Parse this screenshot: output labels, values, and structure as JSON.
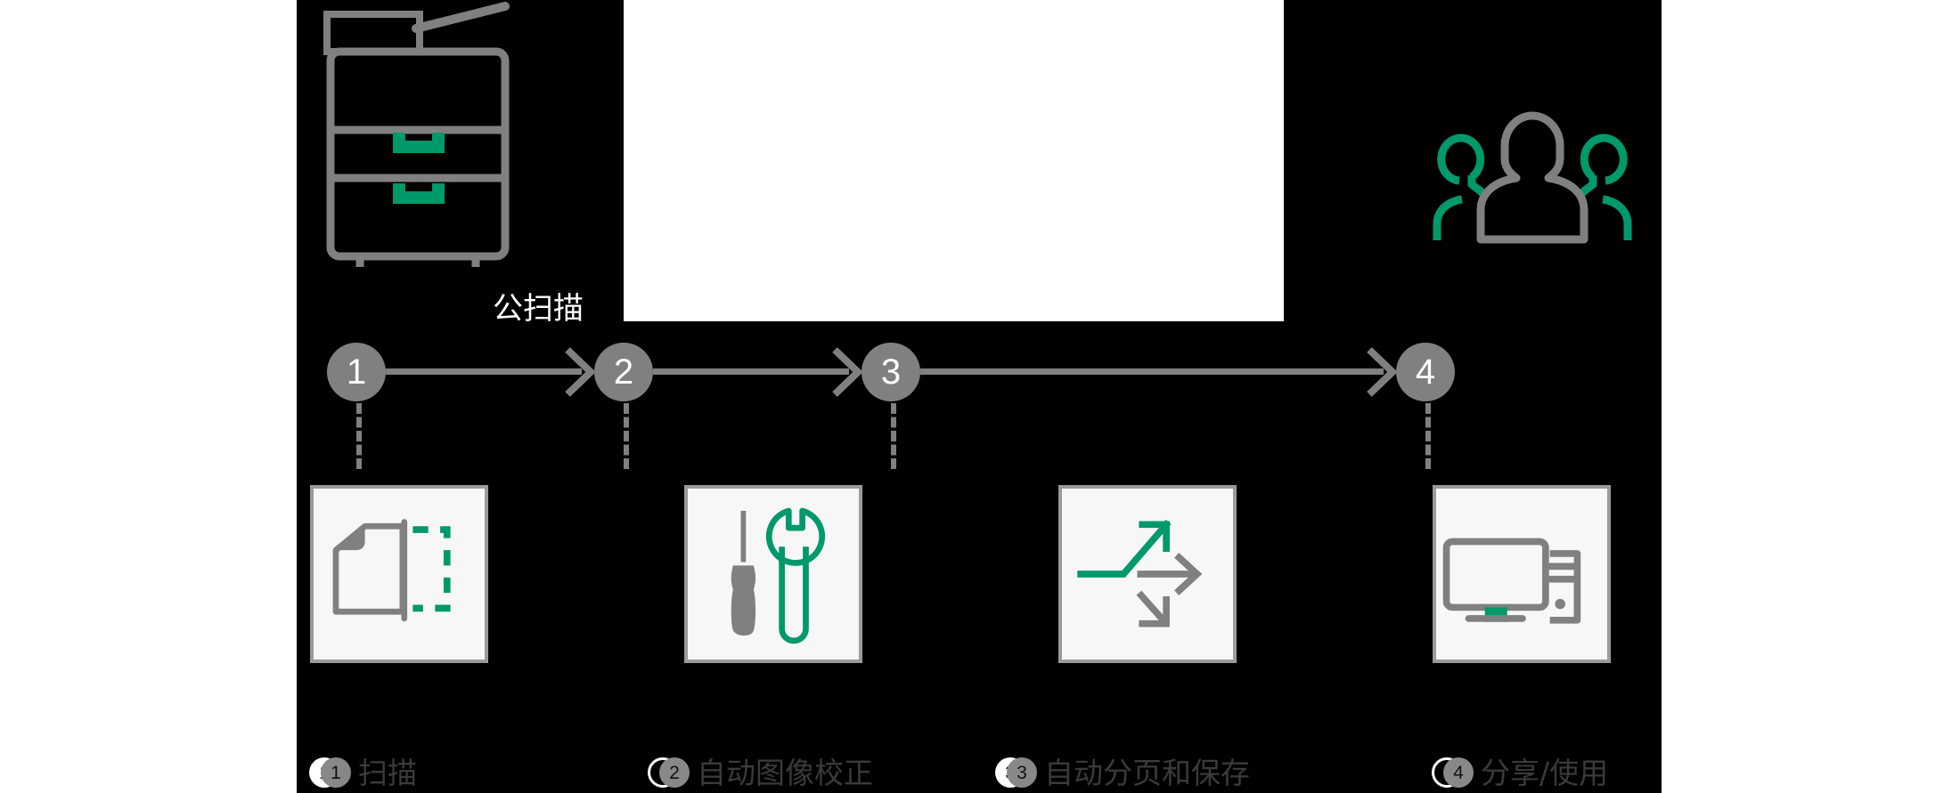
{
  "colors": {
    "background": "#000000",
    "panel": "#ffffff",
    "gray": "#808080",
    "green": "#00996B",
    "card_bg": "#f7f7f7",
    "card_border": "#9a9a9a",
    "label_text": "#3a3a3a"
  },
  "diagram": {
    "printer": {
      "icon": "multifunction-printer-icon",
      "caption": "公扫描"
    },
    "people": {
      "icon": "people-group-icon"
    },
    "white_panel": {
      "content": ""
    },
    "timeline": {
      "steps": [
        {
          "number": "1"
        },
        {
          "number": "2"
        },
        {
          "number": "3"
        },
        {
          "number": "4"
        }
      ]
    },
    "cards": [
      {
        "icon": "document-scan-icon"
      },
      {
        "icon": "screwdriver-wrench-icon"
      },
      {
        "icon": "diverging-arrows-icon"
      },
      {
        "icon": "desktop-computer-icon"
      }
    ],
    "labels": [
      {
        "badge": "1",
        "text": "扫描"
      },
      {
        "badge": "2",
        "text": "自动图像校正"
      },
      {
        "badge": "3",
        "text": "自动分页和保存"
      },
      {
        "badge": "4",
        "text": "分享/使用"
      }
    ]
  }
}
